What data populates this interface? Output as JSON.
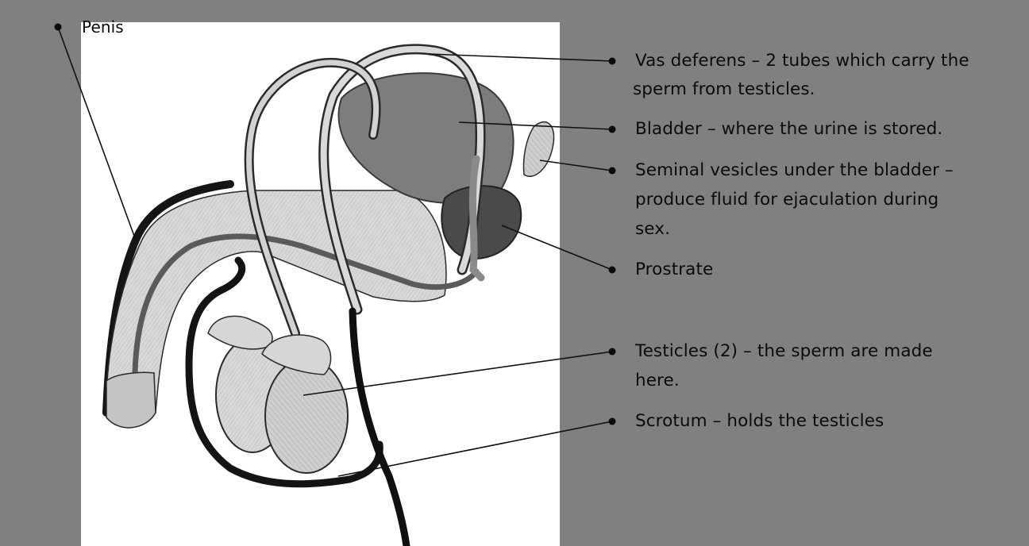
{
  "diagram": {
    "labels": {
      "penis": "Penis",
      "vas_deferens": [
        "Vas deferens – 2  tubes which carry the",
        "sperm from testicles."
      ],
      "bladder": "Bladder – where the urine is stored.",
      "seminal_vesicles": [
        "Seminal vesicles under the bladder –",
        "produce fluid for ejaculation during",
        "sex."
      ],
      "prostrate": "Prostrate",
      "testicles": [
        "Testicles (2) – the sperm are made",
        "here."
      ],
      "scrotum": "Scrotum – holds the testicles"
    }
  },
  "colors": {
    "background": "#808080",
    "panel": "#ffffff",
    "ink": "#0a0a0a",
    "bladder": "#7d7d7d",
    "prostate": "#4a4a4a",
    "tissue_light": "#d6d6d6",
    "tissue_mid": "#bdbdbd"
  }
}
